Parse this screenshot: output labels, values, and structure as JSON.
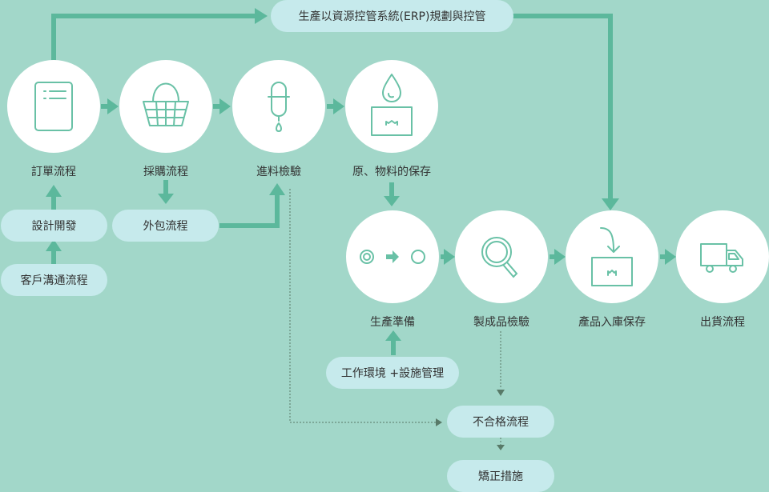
{
  "erp": "生產以資源控管系統(ERP)規劃與控管",
  "steps": {
    "order": "訂單流程",
    "purchase": "採購流程",
    "incoming": "進料檢驗",
    "storage": "原、物料的保存",
    "prep": "生產準備",
    "finished": "製成品檢驗",
    "warehouse": "產品入庫保存",
    "shipping": "出貨流程"
  },
  "boxes": {
    "design": "設計開發",
    "communication": "客戶溝通流程",
    "outsourcing": "外包流程",
    "workenv": "工作環境 +設施管理",
    "nonconforming": "不合格流程",
    "corrective": "矯正措施"
  },
  "colors": {
    "background": "#a2d7c9",
    "arrow": "#5cb89c",
    "pill": "#c6eaec",
    "icon": "#69c1a6",
    "dotted": "#587a68"
  },
  "icons": {
    "order": "document-icon",
    "purchase": "basket-icon",
    "incoming": "dropper-icon",
    "storage": "droplet-box-icon",
    "prep": "transfer-icon",
    "finished": "magnifier-icon",
    "warehouse": "inbox-arrow-icon",
    "shipping": "truck-icon"
  }
}
